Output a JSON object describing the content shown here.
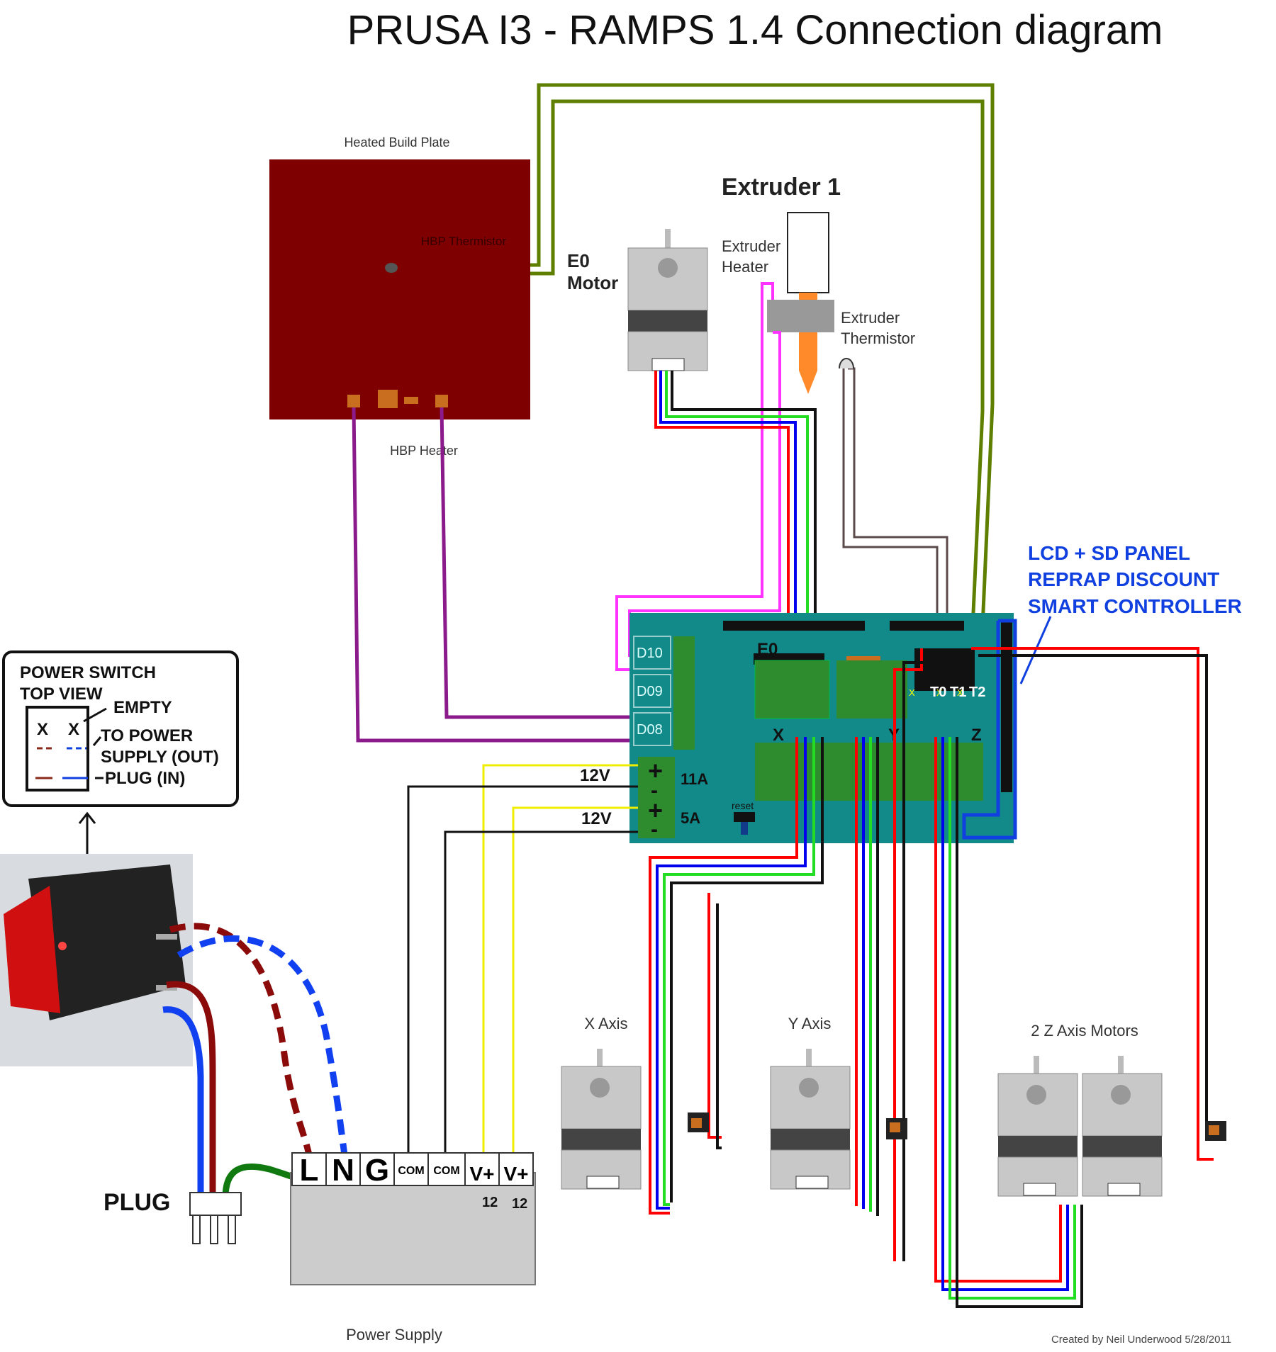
{
  "title": "PRUSA I3 - RAMPS 1.4 Connection diagram",
  "credit": "Created by Neil Underwood 5/28/2011",
  "bed": {
    "label": "Heated Build Plate",
    "thermistor": "HBP Thermistor",
    "heater": "HBP Heater"
  },
  "extruder": {
    "title": "Extruder 1",
    "heater_l1": "Extruder",
    "heater_l2": "Heater",
    "therm_l1": "Extruder",
    "therm_l2": "Thermistor",
    "motor_l1": "E0",
    "motor_l2": "Motor"
  },
  "lcd": {
    "l1": "LCD + SD PANEL",
    "l2": "REPRAP DISCOUNT",
    "l3": "SMART CONTROLLER"
  },
  "switch_legend": {
    "l1": "POWER SWITCH",
    "l2": "TOP VIEW",
    "empty": "EMPTY",
    "out1": "TO POWER",
    "out2": "SUPPLY (OUT)",
    "in": "PLUG (IN)",
    "x": "X"
  },
  "board": {
    "outputs": [
      "D10",
      "D09",
      "D08"
    ],
    "power": [
      {
        "v": "12V",
        "a": "11A"
      },
      {
        "v": "12V",
        "a": "5A"
      }
    ],
    "reset": "reset",
    "e0": "E0",
    "x": "X",
    "y": "Y",
    "z": "Z",
    "thermistors": [
      "T0",
      "T1",
      "T2"
    ],
    "nc": "X",
    "plus": "+",
    "minus": "-"
  },
  "motors": {
    "x": "X Axis",
    "y": "Y Axis",
    "z": "2 Z Axis Motors"
  },
  "plug": "PLUG",
  "psu": {
    "label": "Power Supply",
    "terminals": [
      "L",
      "N",
      "G",
      "COM",
      "COM",
      "V+",
      "V+"
    ],
    "voltages": [
      "12",
      "12"
    ]
  },
  "colors": {
    "bed": "#7f0000",
    "board": "#138a8a",
    "driver": "#2e8b2e",
    "thermistor_wire": "#5f7f00",
    "heater_wire": "#ff33ff",
    "bed_heater_wire": "#8b1a8b",
    "lcd": "#1040e0"
  }
}
